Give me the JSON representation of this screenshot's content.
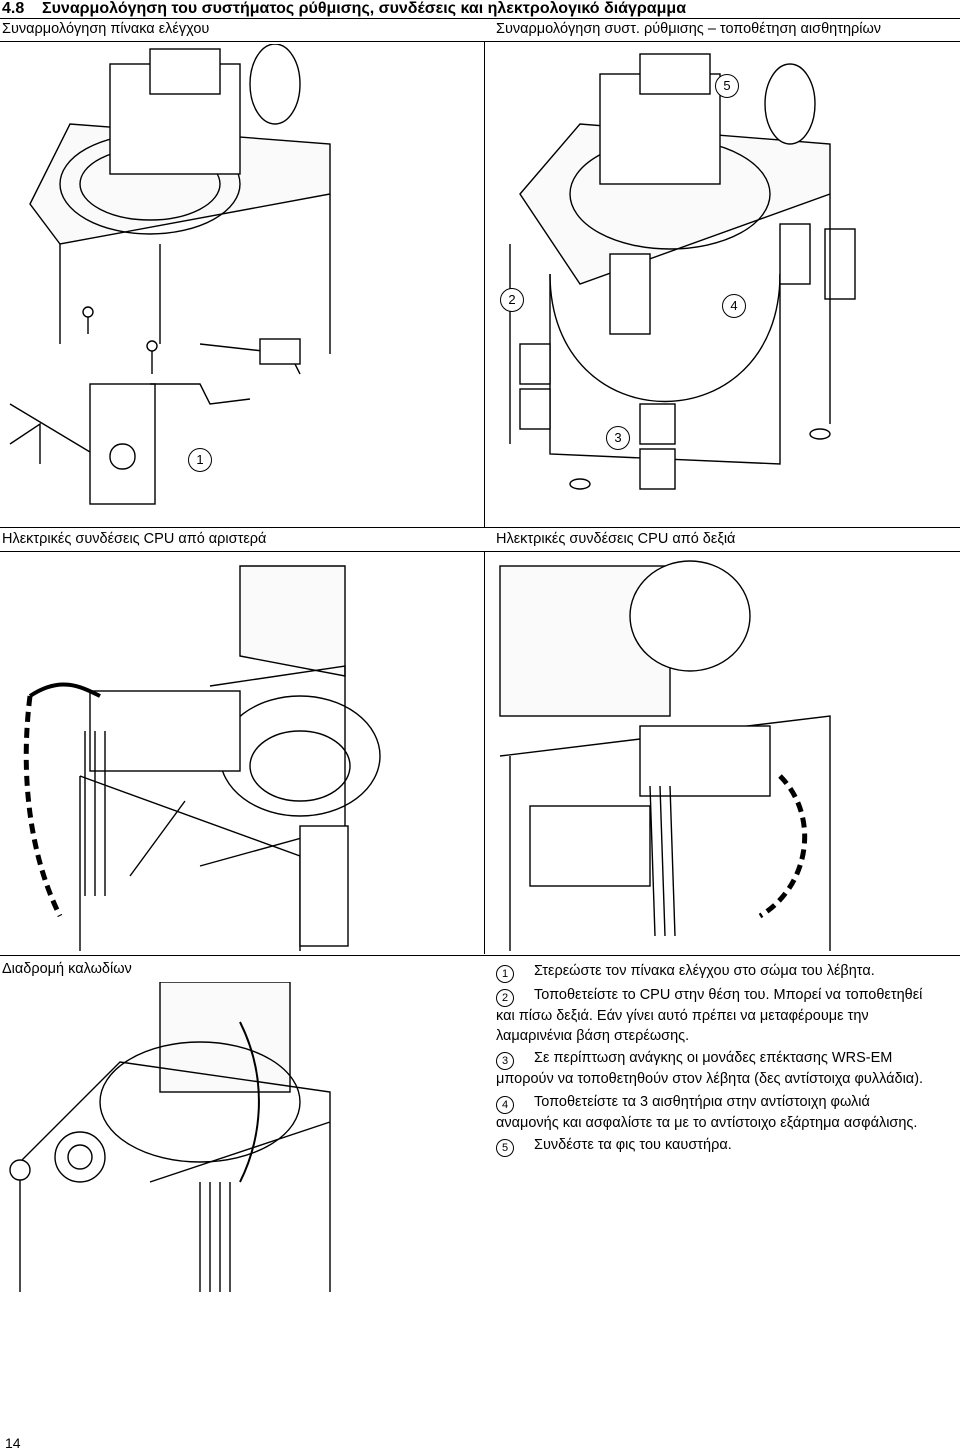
{
  "header": {
    "number": "4.8",
    "title": "Συναρμολόγηση του συστήματος ρύθμισης, συνδέσεις και ηλεκτρολογικό διάγραμμα"
  },
  "captions": {
    "top_left": "Συναρμολόγηση πίνακα ελέγχου",
    "top_right": "Συναρμολόγηση συστ. ρύθμισης – τοποθέτηση αισθητηρίων",
    "mid_left": "Ηλεκτρικές συνδέσεις CPU από αριστερά",
    "mid_right": "Ηλεκτρικές συνδέσεις CPU από δεξιά",
    "bottom_left": "Διαδρομή καλωδίων"
  },
  "callouts": {
    "fig1": [
      "1"
    ],
    "fig2": [
      "5",
      "2",
      "4",
      "3"
    ]
  },
  "legend": [
    {
      "marker": "1",
      "text": "Στερεώστε τον πίνακα ελέγχου στο σώμα του λέβητα."
    },
    {
      "marker": "2",
      "text": "Τοποθετείστε το CPU στην θέση του. Μπορεί να τοποθετηθεί και πίσω δεξιά. Εάν γίνει αυτό πρέπει να μεταφέρουμε την λαμαρινένια βάση στερέωσης."
    },
    {
      "marker": "3",
      "text": "Σε περίπτωση ανάγκης οι μονάδες επέκτασης WRS-EM μπορούν να τοποθετηθούν στον λέβητα (δες αντίστοιχα φυλλάδια)."
    },
    {
      "marker": "4",
      "text": "Τοποθετείστε τα 3 αισθητήρια στην αντίστοιχη φωλιά αναμονής και ασφαλίστε τα με το αντίστοιχο εξάρτημα ασφάλισης."
    },
    {
      "marker": "5",
      "text": "Συνδέστε τα φις του καυστήρα."
    }
  ],
  "page_number": "14"
}
